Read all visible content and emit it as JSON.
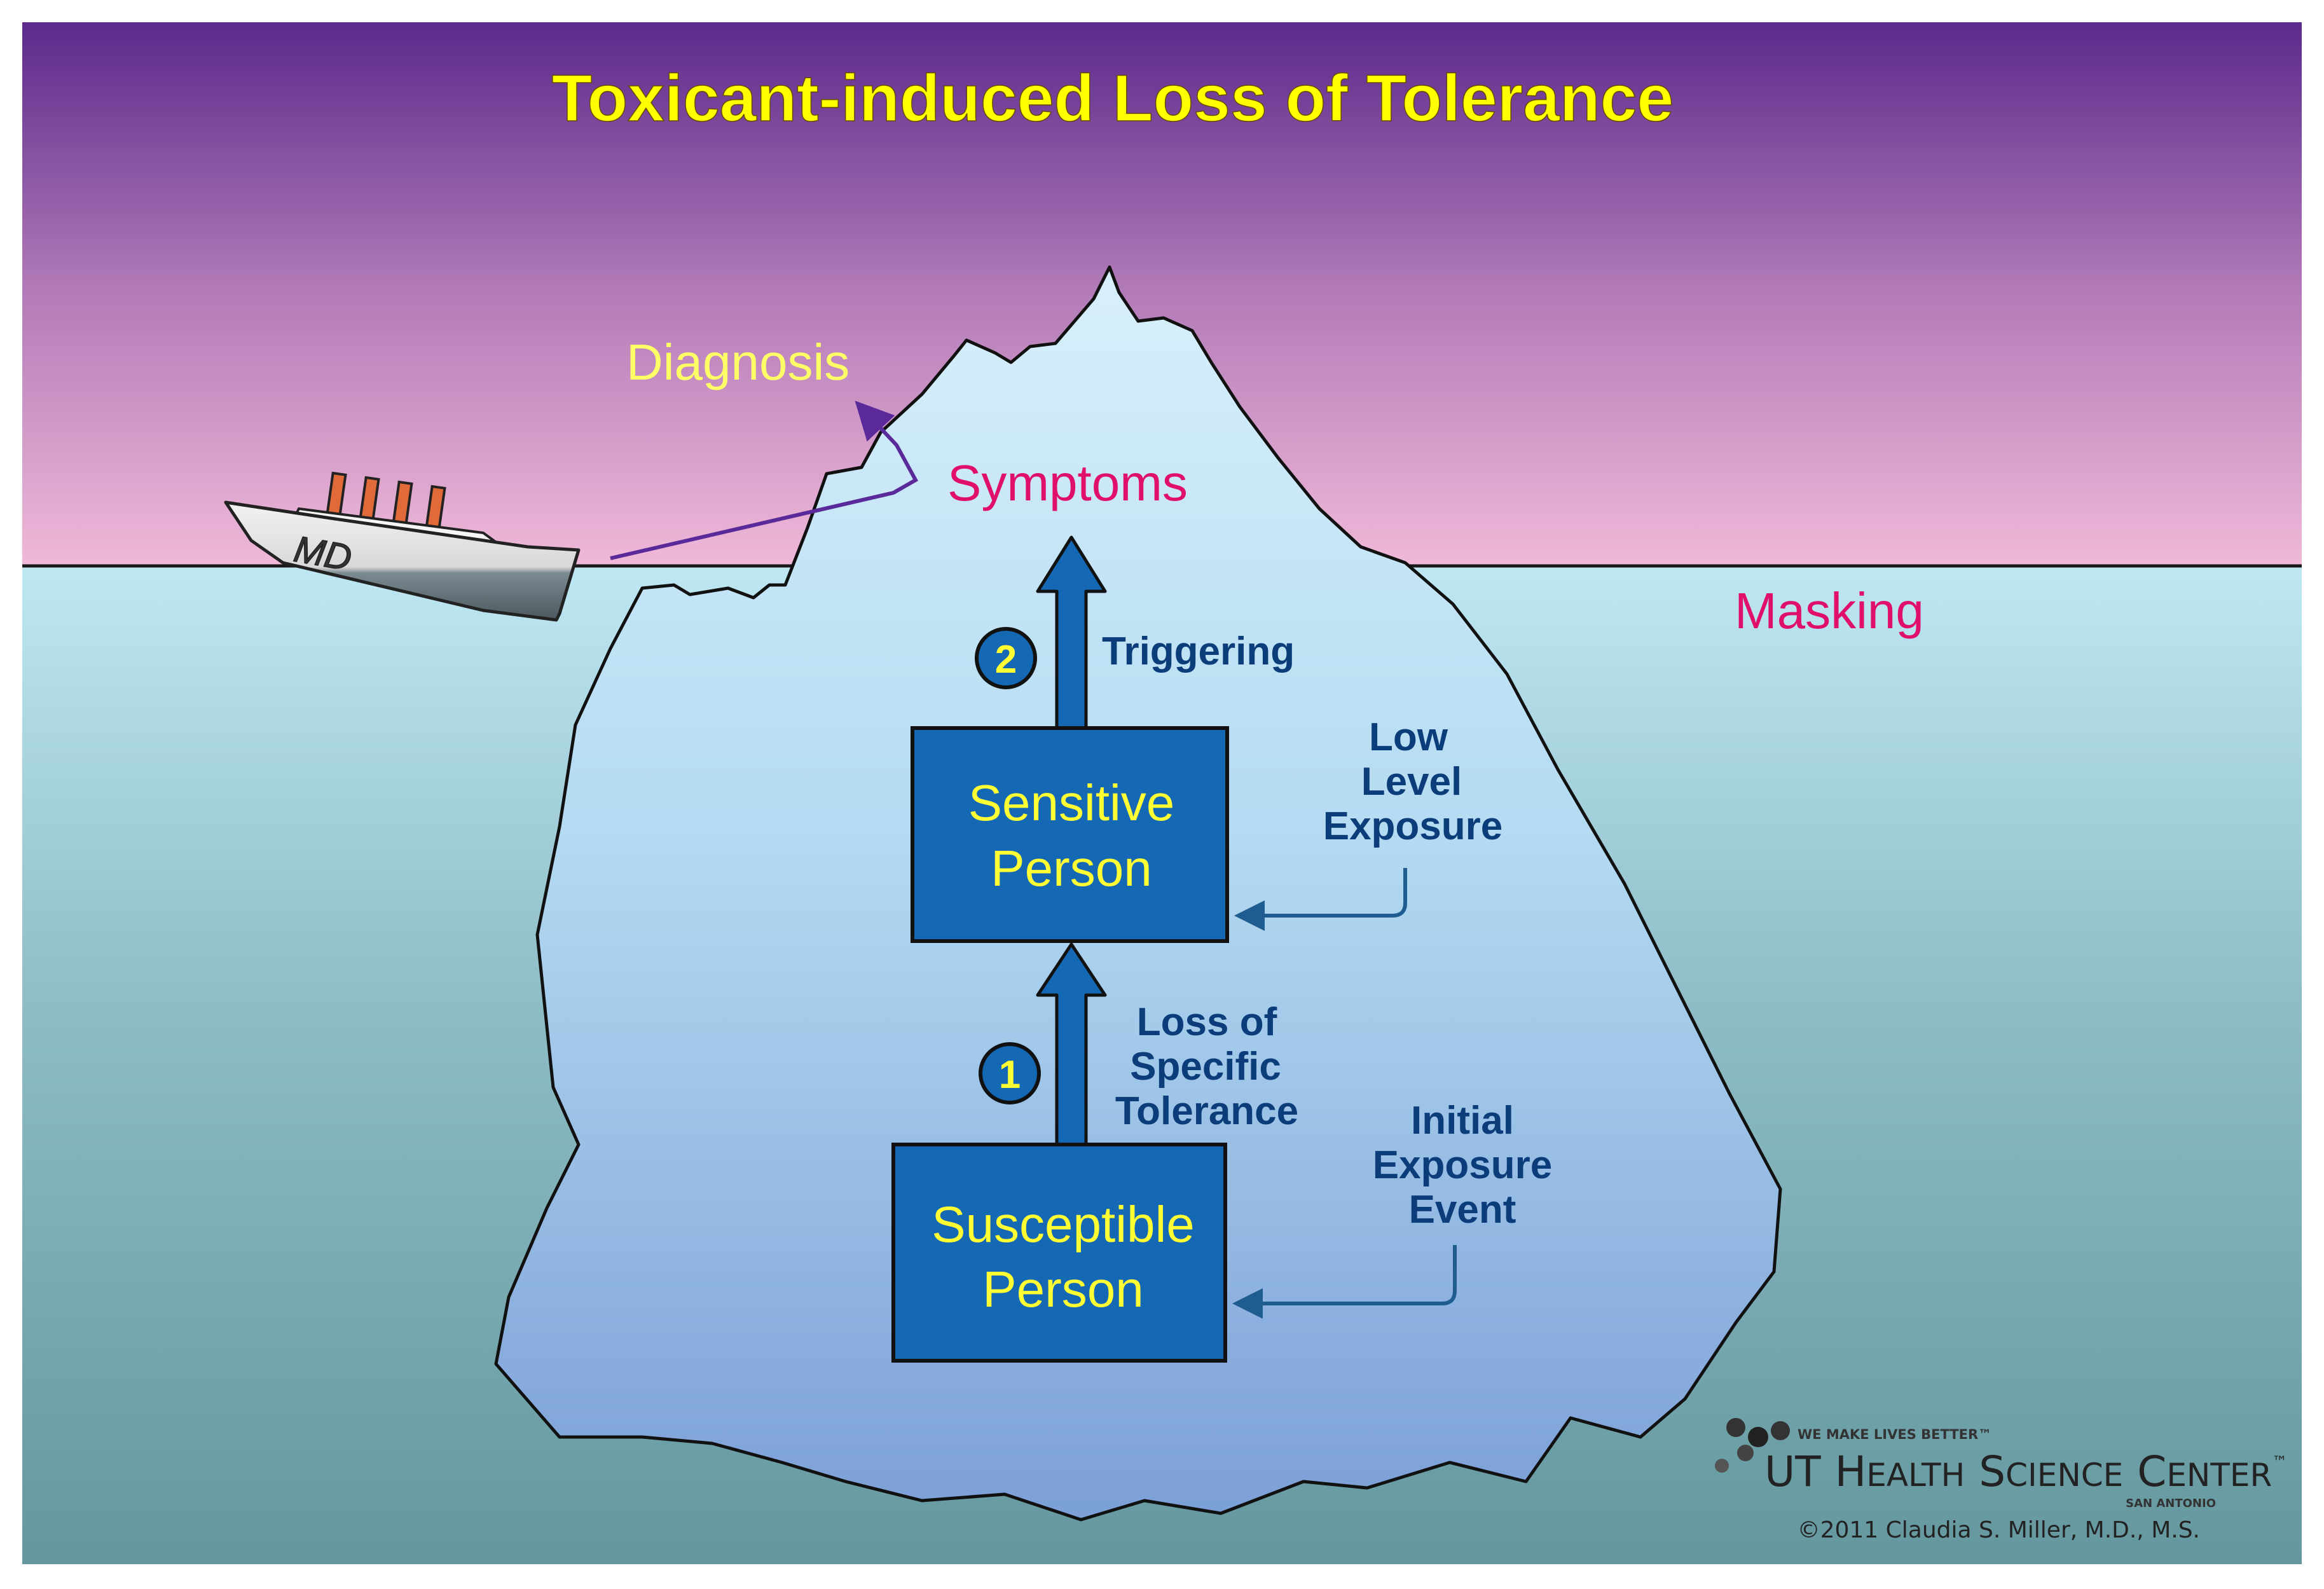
{
  "title": "Toxicant-induced Loss of Tolerance",
  "ship": {
    "label": "MD"
  },
  "labels": {
    "diagnosis": "Diagnosis",
    "symptoms": "Symptoms",
    "masking": "Masking",
    "triggering": "Triggering",
    "low_level_exposure": [
      "Low",
      "Level",
      "Exposure"
    ],
    "loss_of_tolerance": [
      "Loss of",
      "Specific",
      "Tolerance"
    ],
    "initial_exposure": [
      "Initial",
      "Exposure",
      "Event"
    ]
  },
  "boxes": {
    "sensitive": [
      "Sensitive",
      "Person"
    ],
    "susceptible": [
      "Susceptible",
      "Person"
    ]
  },
  "steps": {
    "one": "1",
    "two": "2"
  },
  "logo": {
    "tagline": "WE MAKE LIVES BETTER™",
    "name_ut": "UT",
    "name_h": "H",
    "name_ealth": "EALTH",
    "name_s": "S",
    "name_cience": "CIENCE",
    "name_c": "C",
    "name_enter": "ENTER",
    "tm": "™",
    "location": "SAN ANTONIO",
    "copyright": "©2011 Claudia S. Miller, M.D., M.S."
  },
  "colors": {
    "sky_top": "#5B2A8C",
    "sky_bottom": "#F0B9D8",
    "water_top": "#BEE7F3",
    "water_bottom": "#64979E",
    "ice_top": "#D3EEFA",
    "ice_bottom": "#7B9FD7",
    "title": "#FFFF00",
    "box_fill": "#1468B4",
    "box_text": "#FFFF33",
    "dark_blue_text": "#0B3D7A",
    "magenta": "#E0106A",
    "diagnosis": "#FFFF66"
  }
}
